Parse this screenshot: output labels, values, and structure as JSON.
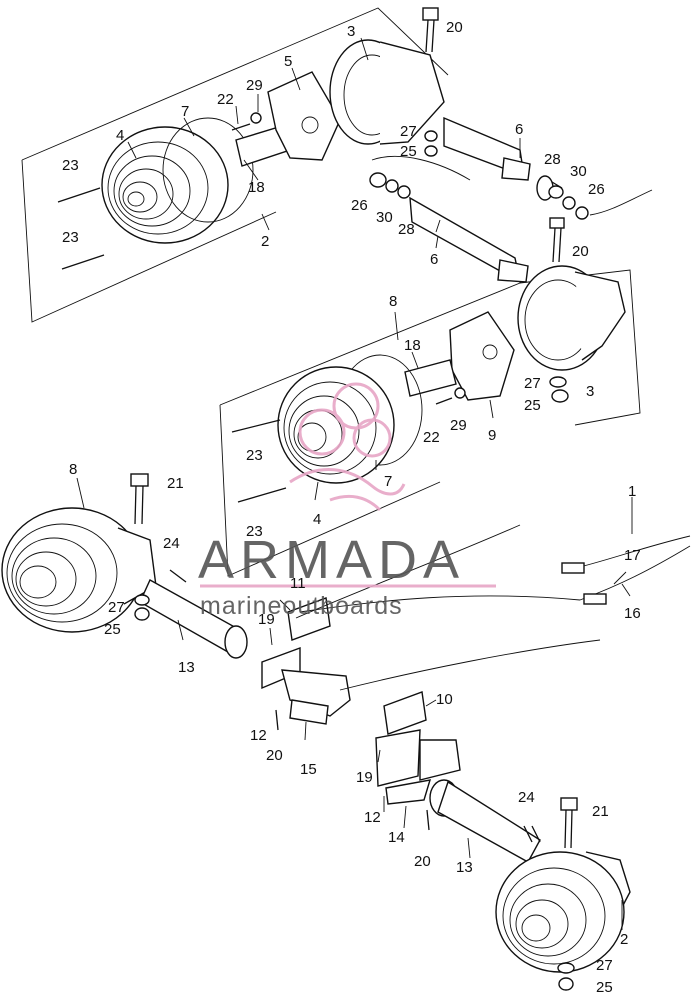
{
  "watermark": {
    "brand": "ARMADA",
    "tagline": "marineoutboards",
    "accent_color": "#e7a6c6",
    "text_color": "#555555"
  },
  "callouts": {
    "c20a": "20",
    "c3a": "3",
    "c5": "5",
    "c29a": "29",
    "c22a": "22",
    "c7a": "7",
    "c4a": "4",
    "c23a": "23",
    "c23b": "23",
    "c18a": "18",
    "c2a": "2",
    "c27a": "27",
    "c25a": "25",
    "c6a": "6",
    "c28a": "28",
    "c30a": "30",
    "c26a": "26",
    "c26b": "26",
    "c30b": "30",
    "c28b": "28",
    "c6b": "6",
    "c20b": "20",
    "c8a": "8",
    "c18b": "18",
    "c27b": "27",
    "c25b": "25",
    "c3b": "3",
    "c9": "9",
    "c29b": "29",
    "c22b": "22",
    "c23c": "23",
    "c7b": "7",
    "c23d": "23",
    "c4b": "4",
    "c8b": "8",
    "c21a": "21",
    "c24a": "24",
    "c27c": "27",
    "c25c": "25",
    "c13a": "13",
    "c11": "11",
    "c19a": "19",
    "c12a": "12",
    "c20c": "20",
    "c15": "15",
    "c1": "1",
    "c17": "17",
    "c16": "16",
    "c10": "10",
    "c19b": "19",
    "c12b": "12",
    "c14": "14",
    "c20d": "20",
    "c13b": "13",
    "c24b": "24",
    "c21b": "21",
    "c2b": "2",
    "c27d": "27",
    "c25d": "25"
  }
}
